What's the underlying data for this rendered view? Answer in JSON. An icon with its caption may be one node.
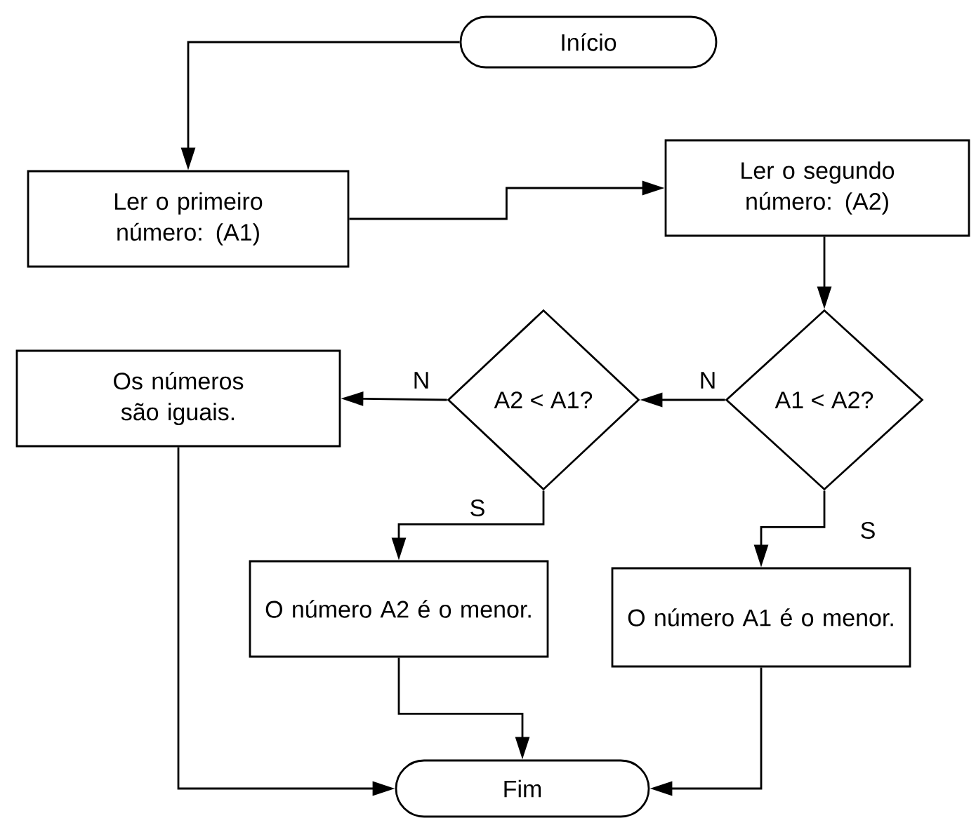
{
  "diagram": {
    "nodes": [
      {
        "text": [
          "Início"
        ]
      },
      {
        "text": [
          "Ler o primeiro número: (A1)"
        ]
      },
      {
        "text": [
          "Ler o segundo número: (A2)"
        ]
      },
      {
        "text": [
          "A2 < A1?"
        ]
      },
      {
        "text": [
          "A1 < A2?"
        ]
      },
      {
        "text": [
          "Os números são iguais."
        ]
      },
      {
        "text": [
          "O número A2 é o menor."
        ]
      },
      {
        "text": [
          "O número A1 é o menor."
        ]
      },
      {
        "text": [
          "Fim"
        ]
      }
    ],
    "edges": [
      {
        "from": 0,
        "to": 1,
        "arrow": "to"
      },
      {
        "from": 1,
        "to": 2,
        "arrow": "to"
      },
      {
        "from": 2,
        "to": 4,
        "arrow": "to"
      },
      {
        "from": 4,
        "to": 3,
        "arrow": "to",
        "label": "N"
      },
      {
        "from": 3,
        "to": 5,
        "arrow": "to",
        "label": "N"
      },
      {
        "from": 3,
        "to": 6,
        "arrow": "to",
        "label": "S"
      },
      {
        "from": 4,
        "to": 7,
        "arrow": "to",
        "label": "S"
      },
      {
        "from": 5,
        "to": 8,
        "arrow": "to"
      },
      {
        "from": 6,
        "to": 8,
        "arrow": "to"
      },
      {
        "from": 7,
        "to": 8,
        "arrow": "to"
      }
    ]
  }
}
